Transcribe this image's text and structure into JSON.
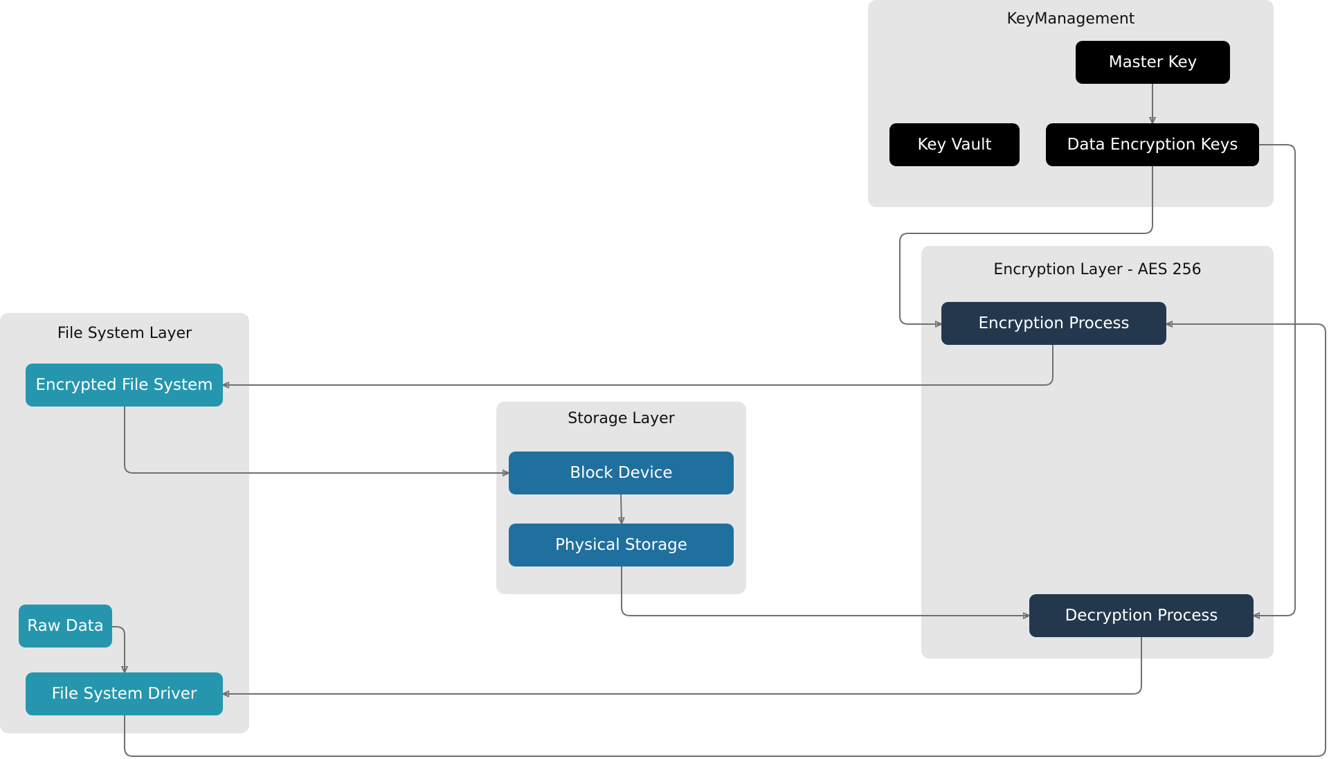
{
  "groups": {
    "key_management": "KeyManagement",
    "encryption_layer": "Encryption Layer - AES 256",
    "file_system_layer": "File System Layer",
    "storage_layer": "Storage Layer"
  },
  "nodes": {
    "master_key": "Master Key",
    "key_vault": "Key Vault",
    "data_encryption_keys": "Data Encryption Keys",
    "encryption_process": "Encryption Process",
    "decryption_process": "Decryption Process",
    "encrypted_file_system": "Encrypted File System",
    "raw_data": "Raw Data",
    "file_system_driver": "File System Driver",
    "block_device": "Block Device",
    "physical_storage": "Physical Storage"
  },
  "colors": {
    "key_nodes": "#000000",
    "process_nodes": "#23384d",
    "file_system_nodes": "#2596ae",
    "storage_nodes": "#1f6f9f",
    "group_background": "#e5e5e5",
    "edge": "#6f6f6f"
  },
  "edges": [
    {
      "from": "Master Key",
      "to": "Data Encryption Keys"
    },
    {
      "from": "Data Encryption Keys",
      "to": "Encryption Process"
    },
    {
      "from": "Data Encryption Keys",
      "to": "Decryption Process"
    },
    {
      "from": "Encryption Process",
      "to": "Encrypted File System"
    },
    {
      "from": "Encrypted File System",
      "to": "Block Device"
    },
    {
      "from": "Block Device",
      "to": "Physical Storage"
    },
    {
      "from": "Physical Storage",
      "to": "Decryption Process"
    },
    {
      "from": "Decryption Process",
      "to": "File System Driver"
    },
    {
      "from": "Raw Data",
      "to": "File System Driver"
    },
    {
      "from": "File System Driver",
      "to": "Encryption Process"
    }
  ]
}
